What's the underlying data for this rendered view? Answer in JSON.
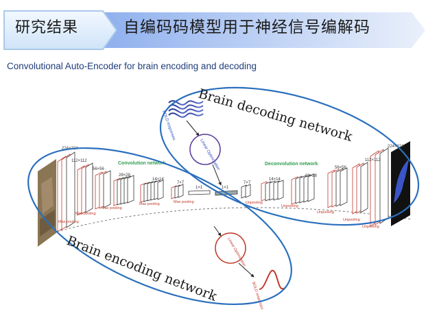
{
  "banner": {
    "left_title": "研究结果",
    "right_title": "自编码码模型用于神经信号编解码"
  },
  "subtitle": "Convolutional Auto-Encoder for brain encoding and decoding",
  "ellipses": {
    "decoding_label": "Brain decoding network",
    "encoding_label": "Brain encoding network"
  },
  "sections": {
    "convolution": "Convolution network",
    "deconvolution": "Deconvolution network"
  },
  "sizes": {
    "s224_left": "224×224",
    "s112_left": "112×112",
    "s56_left": "56×56",
    "s28_left": "28×28",
    "s14_left": "14×14",
    "s7_left": "7×7",
    "s1_a": "1×1",
    "s1_b": "1×1",
    "s7_right": "7×7",
    "s14_right": "14×14",
    "s28_right": "28×28",
    "s56_right": "56×56",
    "s112_right": "112×112",
    "s224_right": "224×224"
  },
  "ops": {
    "max_pooling": "Max pooling",
    "unpooling": "Unpooling"
  },
  "bold_responses": "BOLD responses",
  "linear_optimization": "Linear Optimization"
}
